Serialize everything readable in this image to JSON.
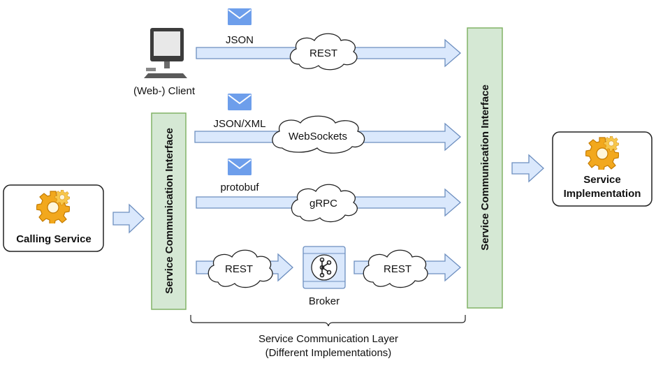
{
  "client": {
    "label": "(Web-) Client",
    "icon": "desktop-computer-icon"
  },
  "calling_service": {
    "label": "Calling Service",
    "icon": "gear-icon"
  },
  "service_impl": {
    "line1": "Service",
    "line2": "Implementation",
    "icon": "gear-icon"
  },
  "left_interface": {
    "label": "Service Communication Interface"
  },
  "right_interface": {
    "label": "Service Communication Interface"
  },
  "channels": {
    "rest": {
      "format": "JSON",
      "protocol": "REST",
      "icon": "envelope-icon"
    },
    "websockets": {
      "format": "JSON/XML",
      "protocol": "WebSockets",
      "icon": "envelope-icon"
    },
    "grpc": {
      "format": "protobuf",
      "protocol": "gRPC",
      "icon": "envelope-icon"
    },
    "broker": {
      "left_protocol": "REST",
      "right_protocol": "REST",
      "broker_label": "Broker",
      "icon": "kafka-broker-icon"
    }
  },
  "layer": {
    "line1": "Service Communication Layer",
    "line2": "(Different Implementations)"
  },
  "colors": {
    "arrow_fill": "#dae8fc",
    "arrow_stroke": "#6c8ebf",
    "interface_fill": "#d5e8d4",
    "interface_stroke": "#82b366",
    "envelope": "#6d9eeb",
    "gear": "#f0a30a"
  }
}
